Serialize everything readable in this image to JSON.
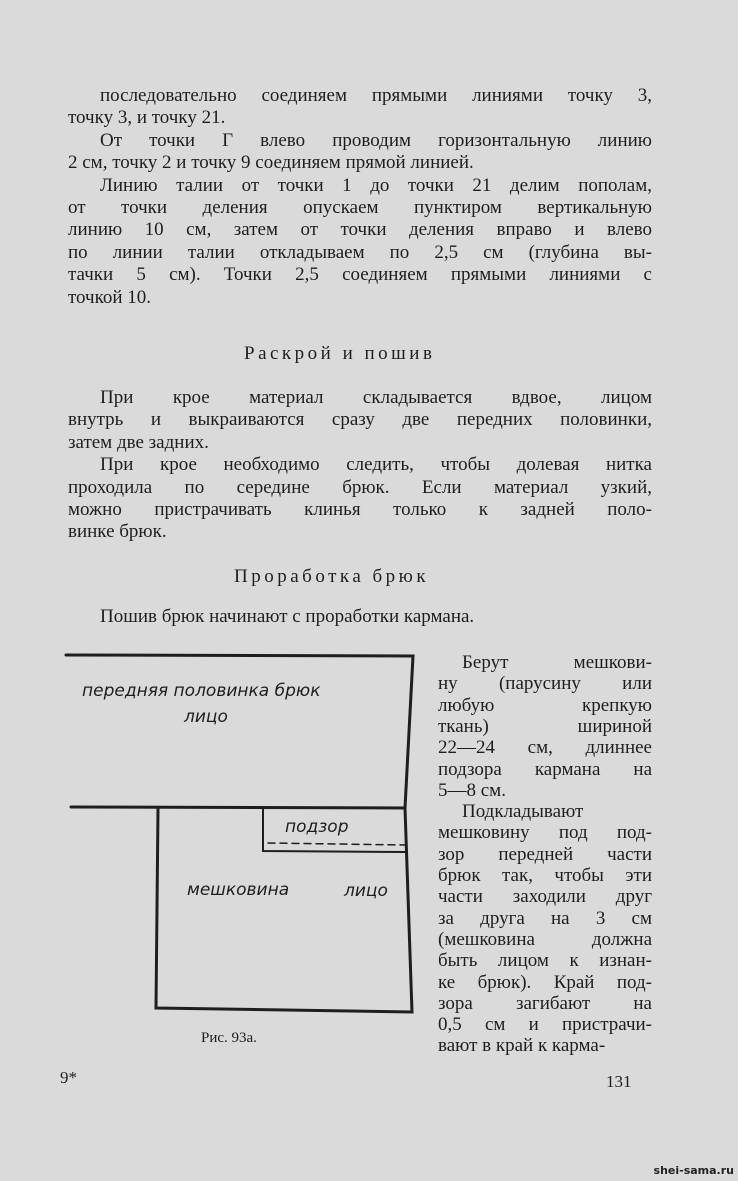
{
  "paragraphs_top": [
    [
      "последовательно соединяем прямыми линиями точку 3,",
      "точку 3, и точку 21."
    ],
    [
      "От точки Г влево проводим горизонтальную линию",
      "2 см, точку 2 и точку 9 соединяем прямой линией."
    ],
    [
      "Линию талии от точки 1 до точки 21 делим пополам,",
      "от точки деления опускаем пунктиром вертикальную",
      "линию 10 см, затем от точки деления вправо и влево",
      "по линии талии откладываем по 2,5 см (глубина вы-",
      "тачки 5 см). Точки 2,5 соединяем прямыми линиями с",
      "точкой 10."
    ]
  ],
  "heading1": "Раскрой и пошив",
  "paragraphs_mid": [
    [
      "При крое материал складывается вдвое, лицом",
      "внутрь и выкраиваются сразу две передних половинки,",
      "затем две задних."
    ],
    [
      "При крое необходимо следить, чтобы долевая нитка",
      "проходила по середине брюк. Если материал узкий,",
      "можно пристрачивать клинья только к задней поло-",
      "винке брюк."
    ]
  ],
  "heading2": "Проработка брюк",
  "intro_line": "Пошив брюк начинают с проработки кармана.",
  "right_column": [
    [
      "Берут мешкови-",
      "ну (парусину или",
      "любую крепкую",
      "ткань) шириной",
      "22—24 см, длиннее",
      "подзора кармана на",
      "5—8 см."
    ],
    [
      "Подкладывают",
      "мешковину под под-",
      "зор передней части",
      "брюк так, чтобы эти",
      "части заходили друг",
      "за друга на 3 см",
      "(мешковина должна",
      "быть лицом к изнан-",
      "ке брюк). Край под-",
      "зора загибают на",
      "0,5 см и пристрачи-",
      "вают в край к карма-"
    ]
  ],
  "figure": {
    "label_front": "передняя половинка брюк",
    "label_face_top": "лицо",
    "label_podzor": "подзор",
    "label_sack": "мешковина",
    "label_face_bottom": "лицо",
    "caption": "Рис. 93а."
  },
  "footer": {
    "signature": "9*",
    "page_number": "131"
  },
  "watermark": "shei-sama.ru"
}
